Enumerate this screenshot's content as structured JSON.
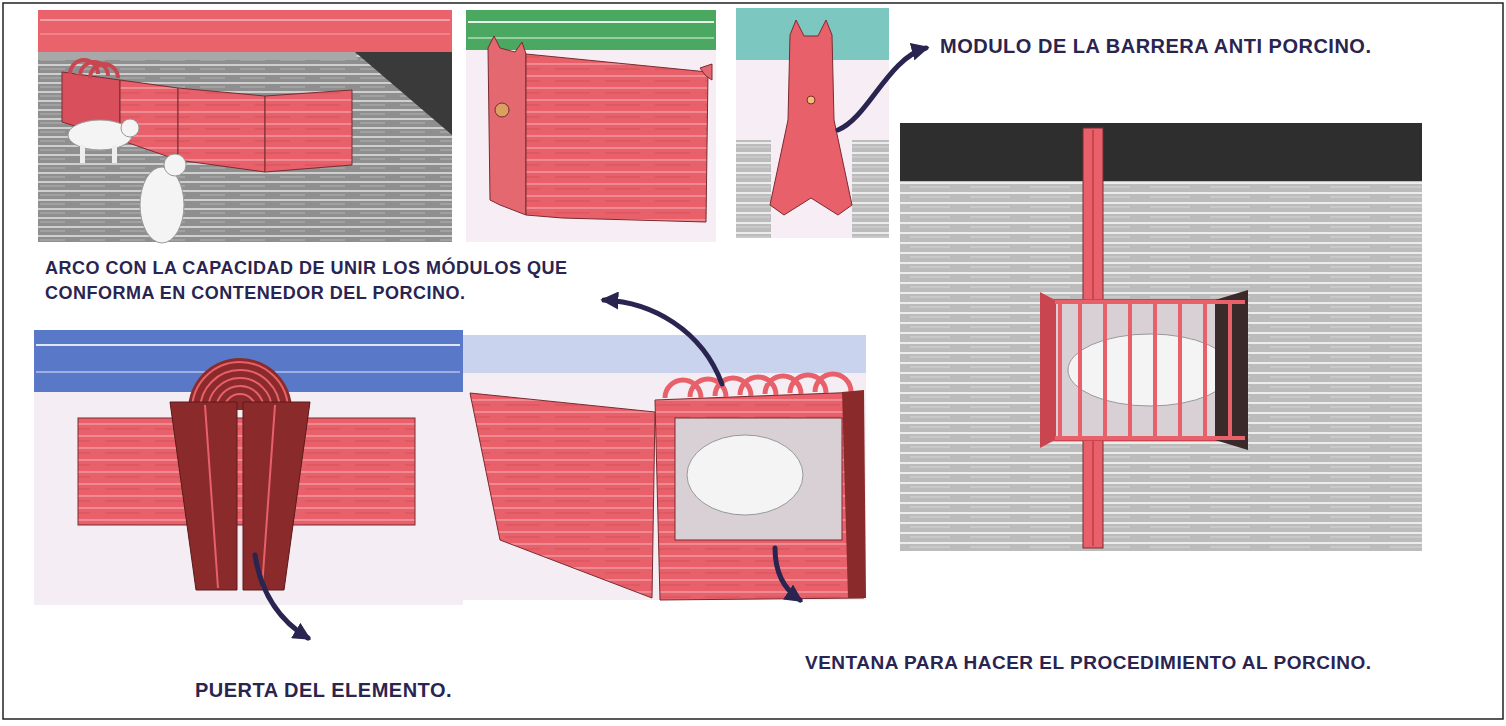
{
  "diagram": {
    "labels": [
      "MODULO DE LA BARRERA ANTI PORCINO.",
      "ARCO CON LA CAPACIDAD DE UNIR LOS MÓDULOS QUE CONFORMA EN CONTENEDOR DEL PORCINO.",
      "PUERTA DEL ELEMENTO.",
      "VENTANA PARA HACER EL PROCEDIMIENTO AL PORCINO."
    ]
  }
}
